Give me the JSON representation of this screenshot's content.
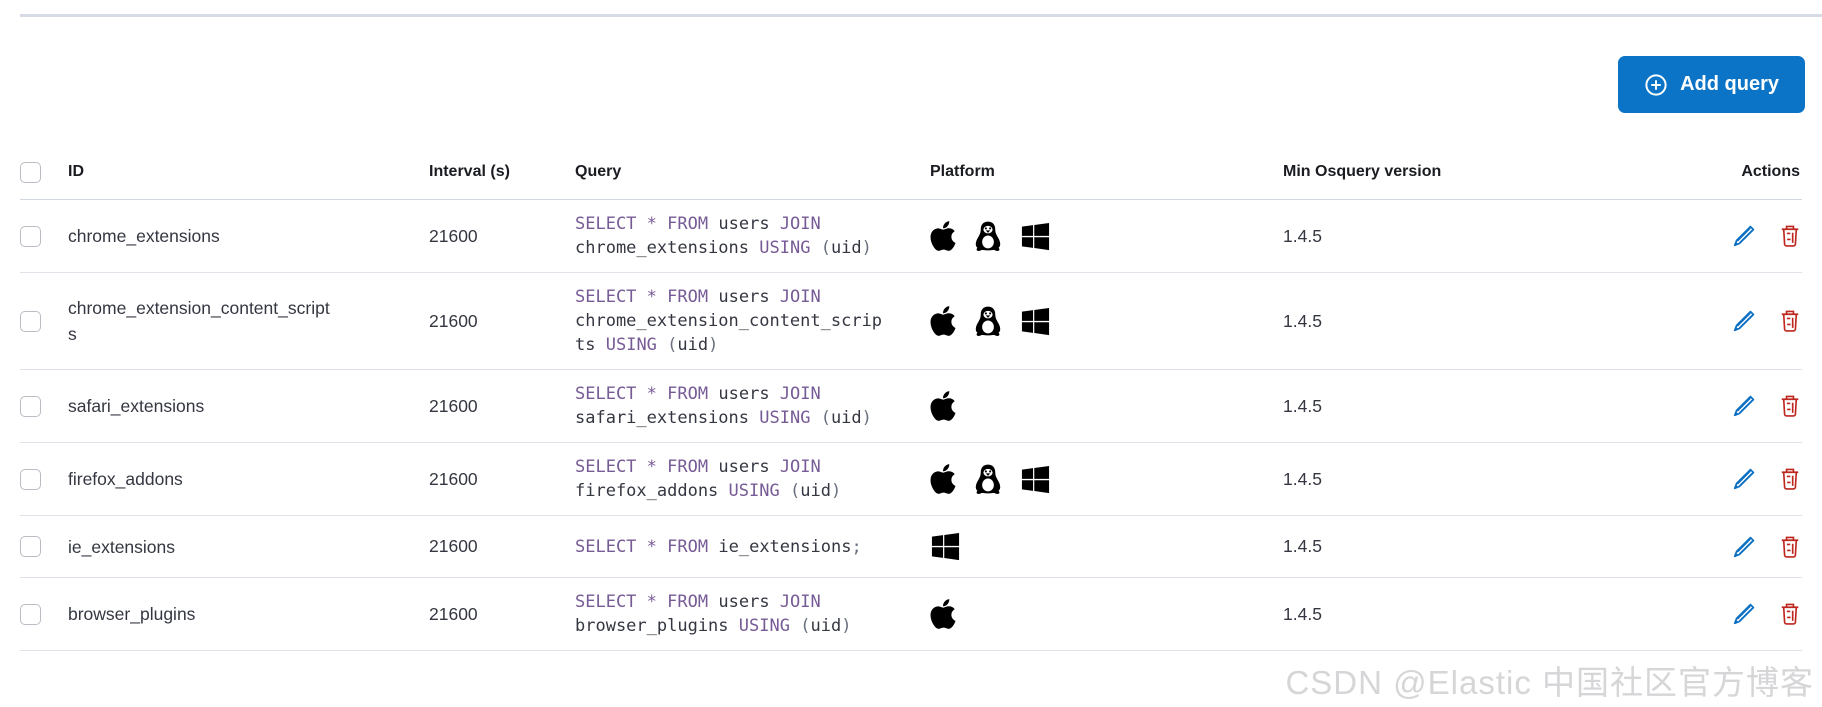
{
  "toolbar": {
    "add_query_label": "Add query"
  },
  "table": {
    "columns": {
      "id": "ID",
      "interval": "Interval (s)",
      "query": "Query",
      "platform": "Platform",
      "version": "Min Osquery version",
      "actions": "Actions"
    },
    "sql_keywords": [
      "SELECT",
      "FROM",
      "JOIN",
      "USING"
    ],
    "rows": [
      {
        "id": "chrome_extensions",
        "interval": "21600",
        "query": "SELECT * FROM users JOIN chrome_extensions USING (uid)",
        "platforms": [
          "macos",
          "linux",
          "windows"
        ],
        "version": "1.4.5"
      },
      {
        "id": "chrome_extension_content_scripts",
        "interval": "21600",
        "query": "SELECT * FROM users JOIN chrome_extension_content_scripts USING (uid)",
        "platforms": [
          "macos",
          "linux",
          "windows"
        ],
        "version": "1.4.5"
      },
      {
        "id": "safari_extensions",
        "interval": "21600",
        "query": "SELECT * FROM users JOIN safari_extensions USING (uid)",
        "platforms": [
          "macos"
        ],
        "version": "1.4.5"
      },
      {
        "id": "firefox_addons",
        "interval": "21600",
        "query": "SELECT * FROM users JOIN firefox_addons USING (uid)",
        "platforms": [
          "macos",
          "linux",
          "windows"
        ],
        "version": "1.4.5"
      },
      {
        "id": "ie_extensions",
        "interval": "21600",
        "query": "SELECT * FROM ie_extensions;",
        "platforms": [
          "windows"
        ],
        "version": "1.4.5"
      },
      {
        "id": "browser_plugins",
        "interval": "21600",
        "query": "SELECT * FROM users JOIN browser_plugins USING (uid)",
        "platforms": [
          "macos"
        ],
        "version": "1.4.5"
      }
    ]
  },
  "watermark": "CSDN @Elastic 中国社区官方博客",
  "colors": {
    "primary": "#0B74C7",
    "danger": "#BD271E",
    "sql_keyword": "#765B96",
    "text": "#343741",
    "icon_black": "#000000"
  }
}
